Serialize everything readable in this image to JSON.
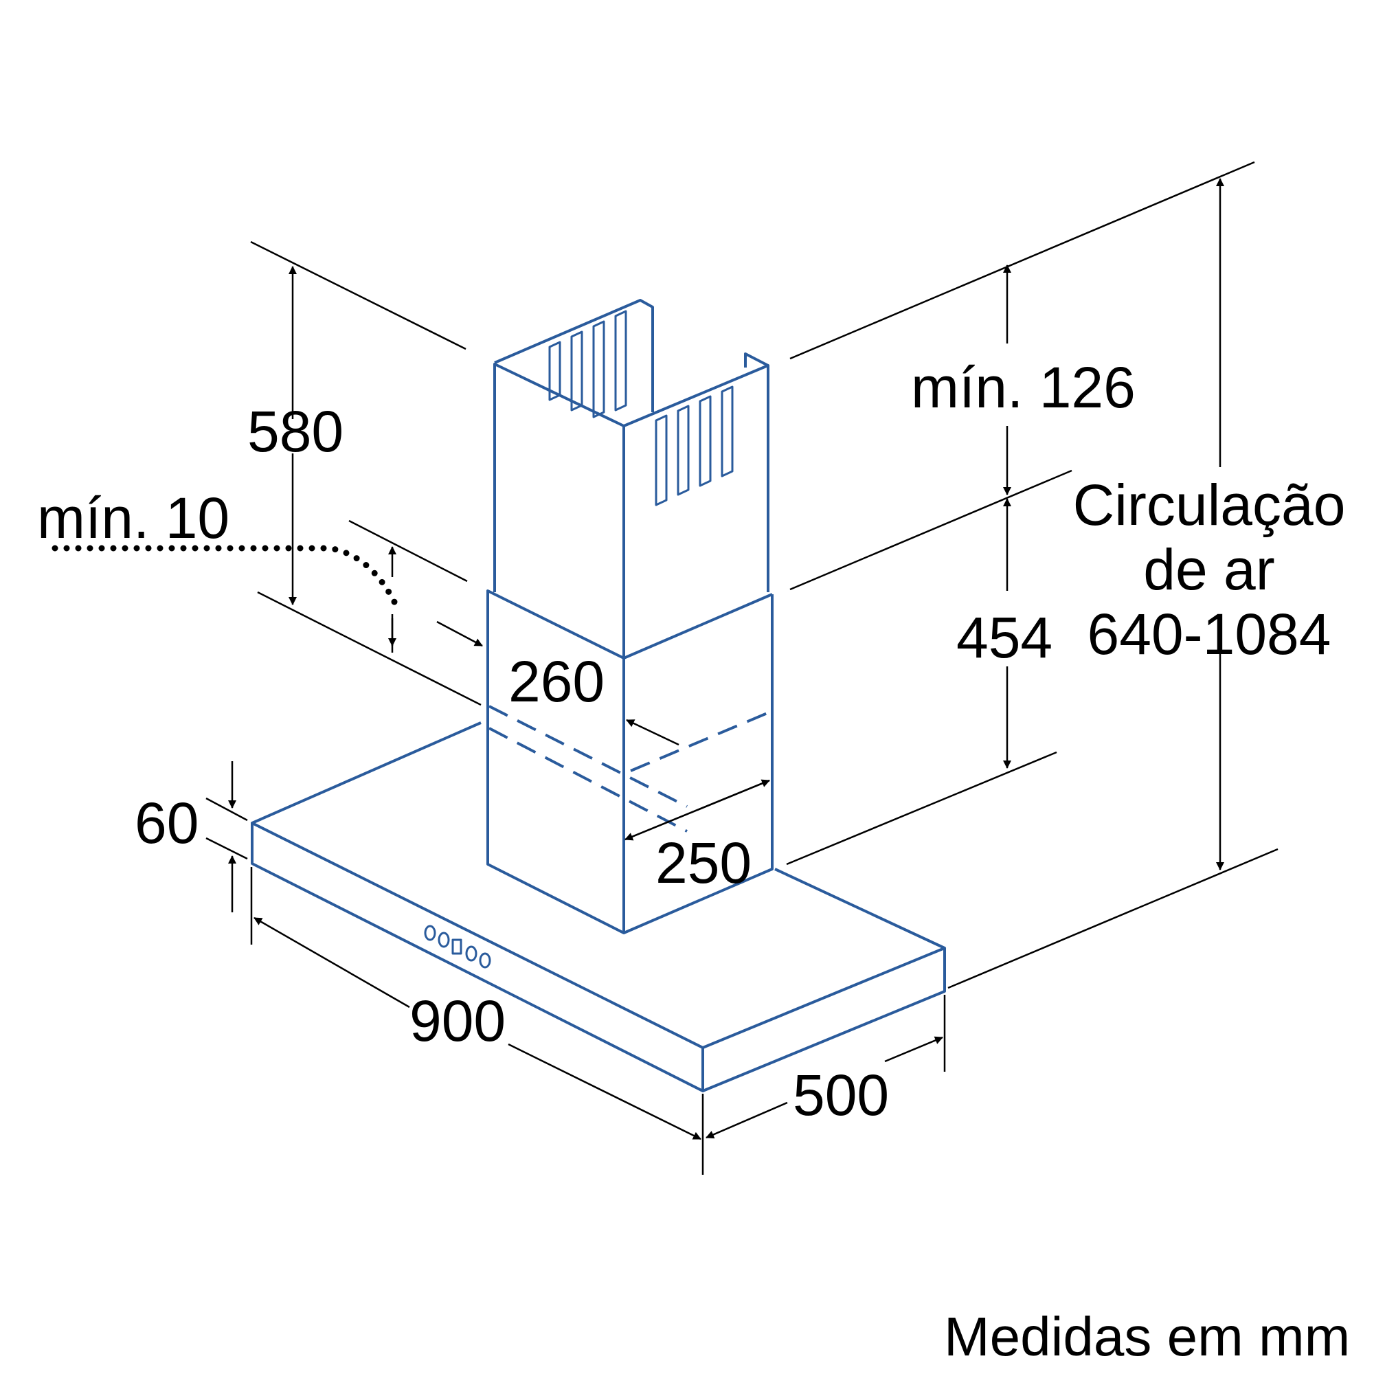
{
  "dimensions": {
    "height_chimney": "580",
    "min_ceiling_gap": "mín. 10",
    "chimney_width": "260",
    "chimney_depth": "250",
    "canopy_thickness": "60",
    "canopy_width": "900",
    "canopy_depth": "500",
    "min_top": "mín. 126",
    "lower_duct": "454"
  },
  "air_circulation": {
    "line1": "Circulação",
    "line2": "de ar",
    "line3": "640-1084"
  },
  "units_note": "Medidas em mm",
  "colors": {
    "outline": "#2a5b9c",
    "dimension": "#000000",
    "background": "#ffffff"
  },
  "icons": {
    "control_panel": "control-buttons-icon"
  }
}
